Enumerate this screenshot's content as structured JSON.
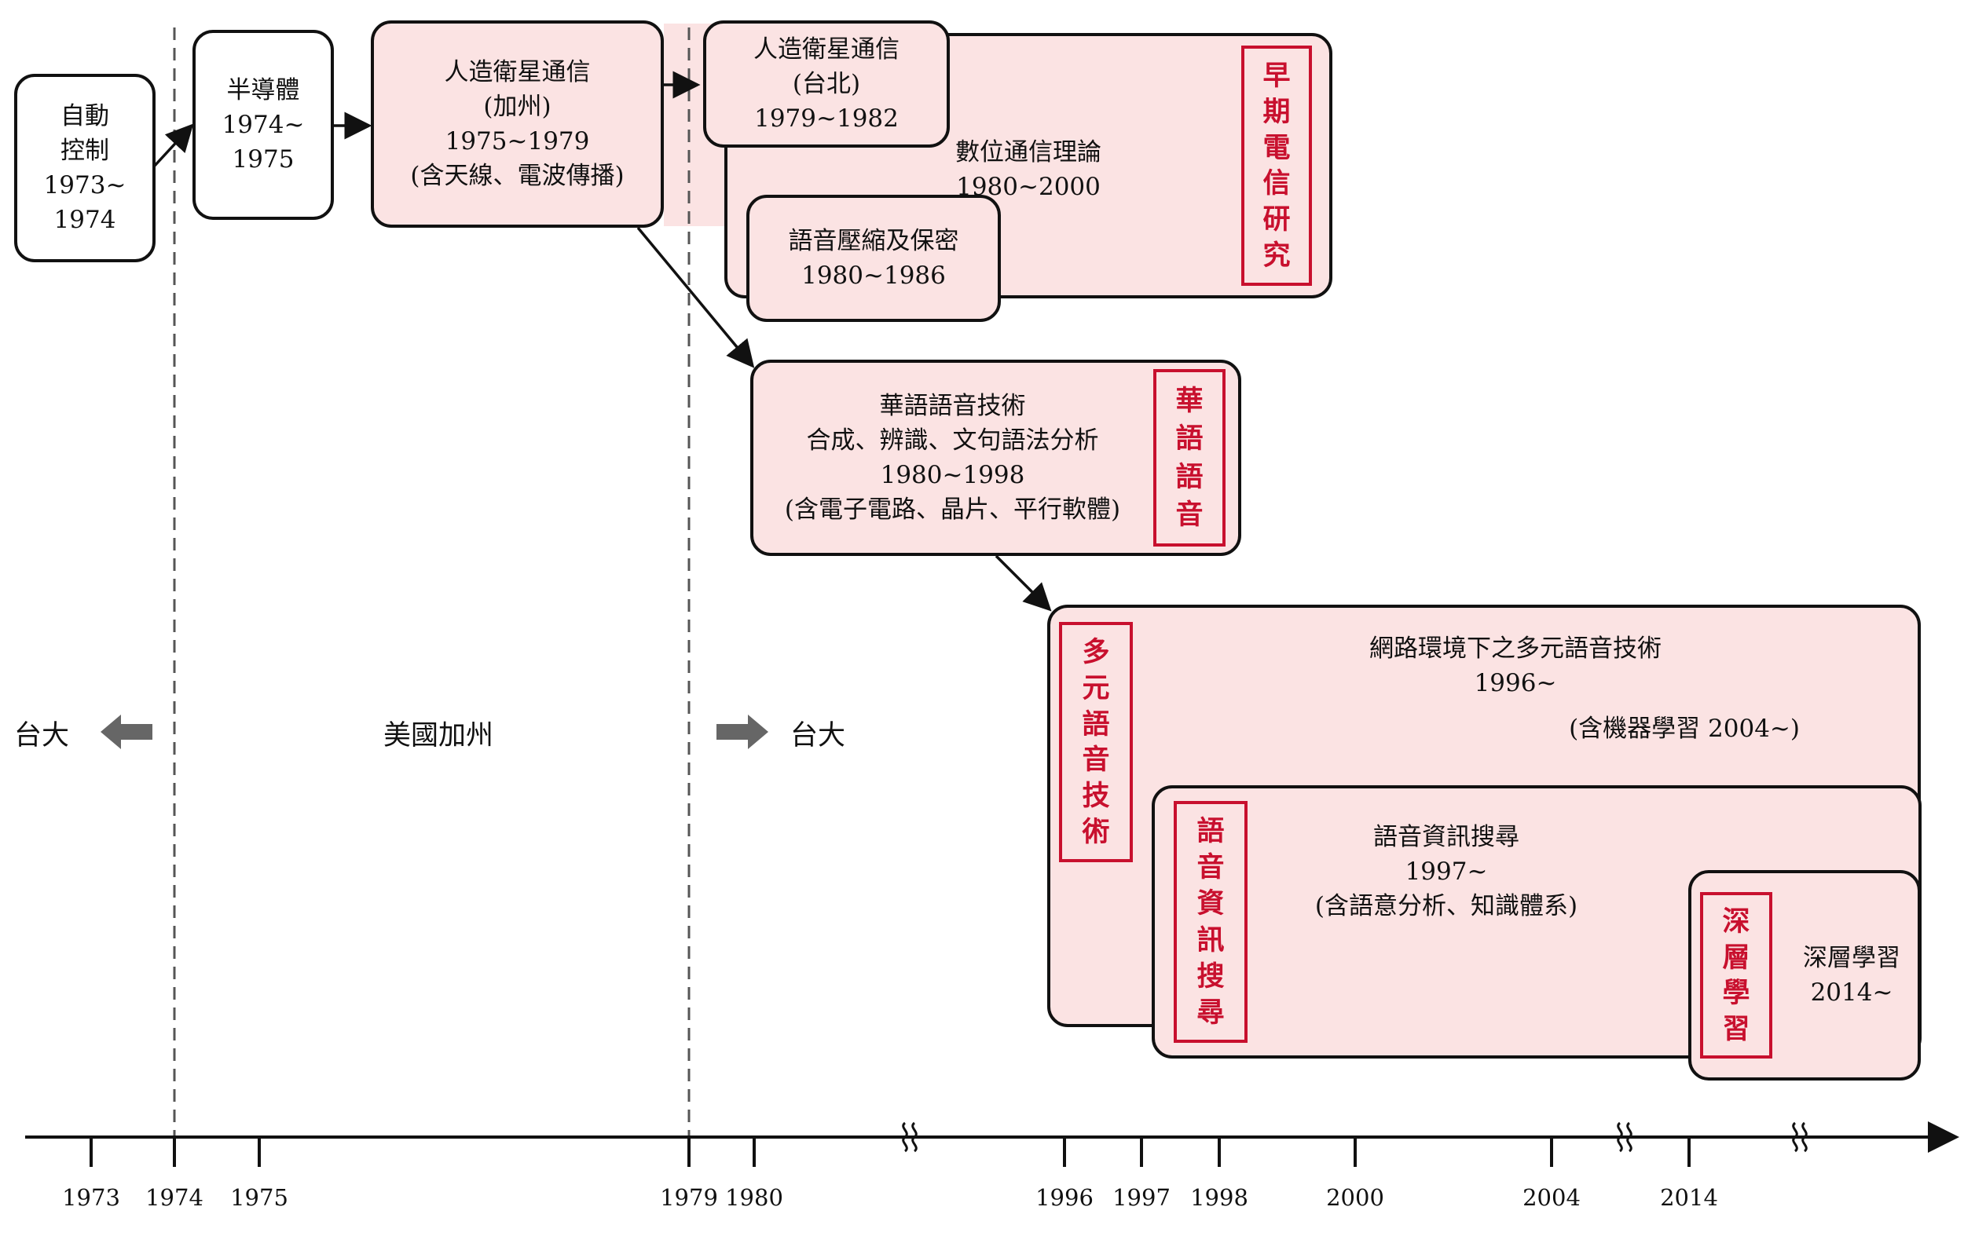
{
  "colors": {
    "box_fill": "#fbe3e3",
    "stamp_red": "#c8102e",
    "line": "#111111",
    "dash": "#555555",
    "gray_arrow": "#666666"
  },
  "boxes": {
    "auto_control": {
      "l1": "自動",
      "l2": "控制",
      "years": "1973~\n1974"
    },
    "semiconductor": {
      "title": "半導體",
      "years": "1974~\n1975"
    },
    "satellite_ca": {
      "title": "人造衛星通信",
      "sub": "(加州)",
      "years": "1975~1979",
      "note": "(含天線、電波傳播)"
    },
    "satellite_tp": {
      "title": "人造衛星通信",
      "sub": "(台北)",
      "years": "1979~1982"
    },
    "digital_comm": {
      "title": "數位通信理論",
      "years": "1980~2000"
    },
    "speech_compress": {
      "title": "語音壓縮及保密",
      "years": "1980~1986"
    },
    "mandarin": {
      "title": "華語語音技術",
      "sub": "合成、辨識、文句語法分析",
      "years": "1980~1998",
      "note": "(含電子電路、晶片、平行軟體)"
    },
    "multi_speech": {
      "title": "網路環境下之多元語音技術",
      "years": "1996~",
      "note": "(含機器學習 2004~)"
    },
    "speech_retrieval": {
      "title": "語音資訊搜尋",
      "years": "1997~",
      "note": "(含語意分析、知識體系)"
    },
    "deep_learning": {
      "title": "深層學習",
      "years": "2014~"
    }
  },
  "stamps": {
    "early": [
      "早",
      "期",
      "電",
      "信",
      "研",
      "究"
    ],
    "mandarin": [
      "華",
      "語",
      "語",
      "音"
    ],
    "multi": [
      "多",
      "元",
      "語",
      "音",
      "技",
      "術"
    ],
    "retrieval": [
      "語",
      "音",
      "資",
      "訊",
      "搜",
      "尋"
    ],
    "deep": [
      "深",
      "層",
      "學",
      "習"
    ]
  },
  "regions": {
    "left": "台大",
    "middle": "美國加州",
    "right": "台大"
  },
  "years": [
    "1973",
    "1974",
    "1975",
    "1979",
    "1980",
    "1996",
    "1997",
    "1998",
    "2000",
    "2004",
    "2014"
  ]
}
